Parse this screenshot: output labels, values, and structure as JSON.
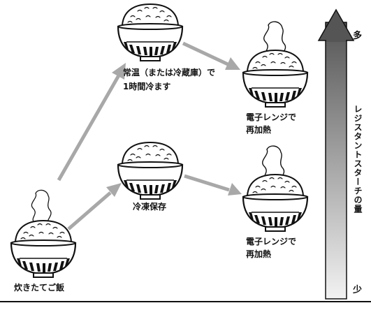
{
  "labels": {
    "freshly_cooked": "炊きたてご飯",
    "cooled_line1": "常温（または冷蔵庫）で",
    "cooled_line2": "1時間冷ます",
    "frozen": "冷凍保存",
    "reheat_top_line1": "電子レンジで",
    "reheat_top_line2": "再加熱",
    "reheat_bottom_line1": "電子レンジで",
    "reheat_bottom_line2": "再加熱"
  },
  "scale": {
    "title": "レジスタントスターチの量",
    "high": "多",
    "low": "少"
  },
  "colors": {
    "ink": "#111111",
    "flow_arrow": "#a8a8a8",
    "scale_arrow_top": "#555555",
    "scale_arrow_bottom": "#f2f2f2"
  }
}
